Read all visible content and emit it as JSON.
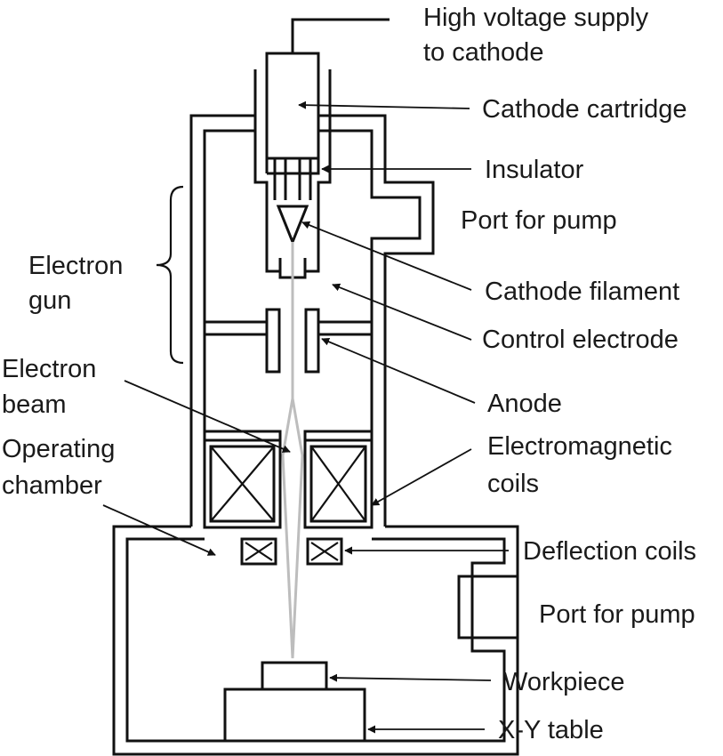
{
  "labels": {
    "hv_supply": [
      "High voltage supply",
      "to cathode"
    ],
    "cathode_cartridge": "Cathode cartridge",
    "insulator": "Insulator",
    "port_pump_top": "Port for pump",
    "electron_gun": [
      "Electron",
      "gun"
    ],
    "cathode_filament": "Cathode filament",
    "control_electrode": "Control electrode",
    "electron_beam": [
      "Electron",
      "beam"
    ],
    "anode": "Anode",
    "operating_chamber": [
      "Operating",
      "chamber"
    ],
    "electromagnetic_coils": [
      "Electromagnetic",
      "coils"
    ],
    "deflection_coils": "Deflection coils",
    "port_pump_bottom": "Port for pump",
    "workpiece": "Workpiece",
    "xy_table": "X-Y table"
  },
  "colors": {
    "line": "#111111",
    "beam": "#bdbdbd",
    "text": "#1a1a1a",
    "background": "#ffffff"
  }
}
